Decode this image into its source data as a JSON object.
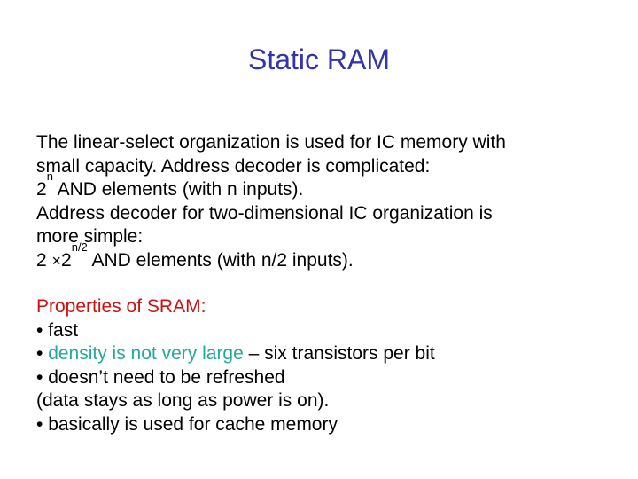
{
  "slide": {
    "title": "Static RAM",
    "paragraph1": {
      "line1": "The linear-select organization is used for IC memory with",
      "line2": "small capacity. Address decoder is complicated:",
      "line3_base": "2",
      "line3_sup": "n",
      "line3_rest": " AND elements (with n inputs).",
      "line4": "Address decoder for two-dimensional IC organization is",
      "line5": "more simple:",
      "line6_prefix": "2 ",
      "line6_times": "×",
      "line6_base": "2",
      "line6_sup": "n/2",
      "line6_rest": " AND elements (with n/2 inputs)."
    },
    "properties": {
      "heading": "Properties of SRAM:",
      "bullet": "• ",
      "item1": "fast",
      "item2_highlight": "density is not very large",
      "item2_rest": " – six transistors per bit",
      "item3": "doesn’t need to be refreshed",
      "item3_cont": "(data stays as long as power is on).",
      "item4": "basically is used for cache memory"
    },
    "colors": {
      "title": "#3333aa",
      "heading": "#cc1111",
      "highlight": "#22aa99",
      "text": "#000000"
    }
  }
}
